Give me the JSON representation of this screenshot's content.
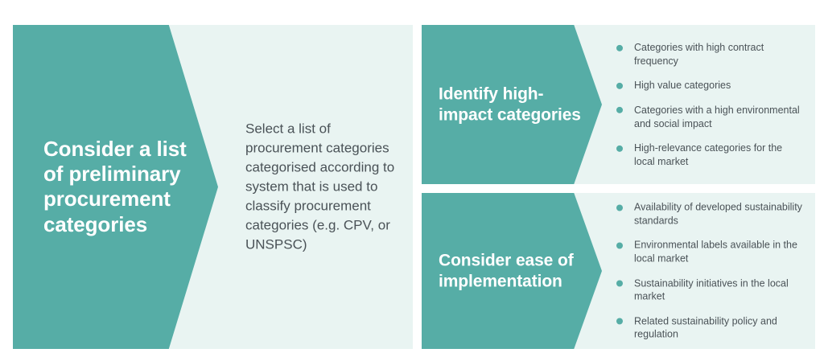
{
  "theme": {
    "teal": "#56ADA6",
    "panel_bg": "#E9F4F2",
    "heading_text": "#FFFFFF",
    "body_text": "#4A5257",
    "page_bg": "#FFFFFF"
  },
  "panels": {
    "left": {
      "heading": "Consider a list of preliminary procurement categories",
      "body": "Select a list of procurement categories categorised according to system that is used to classify procurement categories (e.g. CPV, or UNSPSC)"
    },
    "top_right": {
      "heading": "Identify high-impact categories",
      "bullets": [
        "Categories with high contract frequency",
        "High value categories",
        "Categories with a high environmental and social impact",
        "High-relevance categories for the local market"
      ]
    },
    "bottom_right": {
      "heading": "Consider ease of implementation",
      "bullets": [
        "Availability of developed sustainability standards",
        "Environmental labels available in the local market",
        "Sustainability initiatives in the local market",
        "Related sustainability policy and regulation"
      ]
    }
  }
}
